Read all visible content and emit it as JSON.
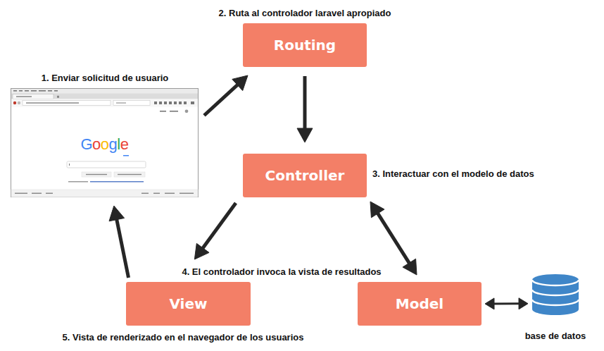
{
  "diagram": {
    "nodes": [
      {
        "text": [
          "Routing"
        ]
      },
      {
        "text": [
          "Google"
        ]
      },
      {
        "text": [
          "Controller"
        ]
      },
      {
        "text": [
          "View"
        ]
      },
      {
        "text": [
          "Model"
        ]
      },
      {
        "text": [
          "base de datos"
        ]
      }
    ],
    "edges": [
      {
        "from": 1,
        "to": 0,
        "arrow": "to"
      },
      {
        "from": 0,
        "to": 2,
        "arrow": "to"
      },
      {
        "from": 2,
        "to": 4,
        "arrow": "both"
      },
      {
        "from": 2,
        "to": 3,
        "arrow": "to"
      },
      {
        "from": 3,
        "to": 1,
        "arrow": "to"
      },
      {
        "from": 4,
        "to": 5,
        "arrow": "both"
      }
    ],
    "labels": [
      "2. Ruta al controlador laravel apropiado",
      "1. Enviar solicitud de usuario",
      "3. Interactuar con el modelo de datos",
      "4. El controlador invoca la vista de resultados",
      "5. Vista de renderizado en el navegador de los usuarios"
    ]
  }
}
